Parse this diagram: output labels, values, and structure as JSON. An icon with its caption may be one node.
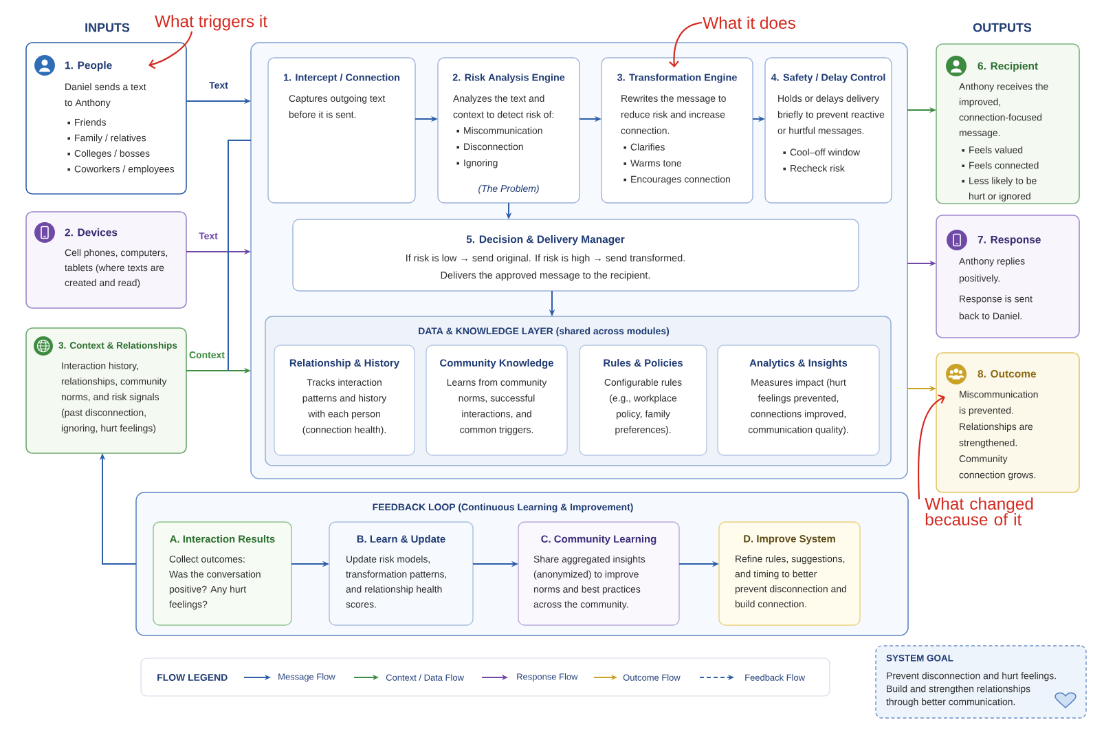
{
  "diagram": {
    "nodes": [
      {
        "text": [
          "1. People",
          "Daniel sends a text to Anthony",
          "Friends",
          "Family / relatives",
          "Colleges / bosses",
          "Coworkers / employees"
        ]
      },
      {
        "text": [
          "2. Devices",
          "Cell phones, computers, tablets (where texts are created and read)"
        ]
      },
      {
        "text": [
          "3. Context & Relationships",
          "Interaction history, relationships, community norms, and risk signals (past disconnection, ignoring, hurt feelings)"
        ]
      },
      {
        "text": [
          "What triggers it"
        ]
      },
      {
        "text": [
          "What it does"
        ]
      },
      {
        "text": [],
        "shape": "box"
      },
      {
        "text": [
          "1. Intercept / Connection",
          "Captures outgoing text before it is sent."
        ],
        "in": 5
      },
      {
        "text": [
          "2. Risk Analysis Engine",
          "Analyzes the text and context to detect risk of:",
          "Miscommunication",
          "Disconnection",
          "Ignoring",
          "(The Problem)"
        ],
        "in": 5
      },
      {
        "text": [
          "3. Transformation Engine",
          "Rewrites the message to reduce risk and increase connection.",
          "Clarifies",
          "Warms tone",
          "Encourages connection"
        ],
        "in": 5
      },
      {
        "text": [
          "4. Safety / Delay Control",
          "Holds or delays delivery briefly to prevent reactive or hurtful messages.",
          "Cool–off window",
          "Recheck risk"
        ],
        "in": 5
      },
      {
        "text": [
          "5. Decision & Delivery Manager",
          "If risk is low → send original. If risk is high → send transformed.",
          "Delivers the approved message to the recipient."
        ],
        "in": 5
      },
      {
        "text": [
          "DATA & KNOWLEDGE LAYER (shared across modules)"
        ],
        "in": 5
      },
      {
        "text": [
          "Relationship & History",
          "Tracks interaction patterns and history with each person (connection health)."
        ],
        "in": 11
      },
      {
        "text": [
          "Community Knowledge",
          "Learns from community norms, successful interactions, and common triggers."
        ],
        "in": 11
      },
      {
        "text": [
          "Rules & Policies",
          "Configurable rules (e.g., workplace policy, family preferences)."
        ],
        "in": 11
      },
      {
        "text": [
          "Analytics & Insights",
          "Measures impact (hurt feelings prevented, connections improved, communication quality)."
        ],
        "in": 11
      },
      {
        "text": [
          "6. Recipient",
          "Anthony receives the improved, connection-focused message.",
          "Feels valued",
          "Feels connected",
          "Less likely to be hurt or ignored"
        ]
      },
      {
        "text": [
          "7. Response",
          "Anthony replies positively.",
          "Response is sent back to Daniel."
        ]
      },
      {
        "text": [
          "8. Outcome",
          "Miscommunication is prevented. Relationships are strengthened. Community connection grows."
        ]
      },
      {
        "text": [
          "What changed because of it"
        ]
      },
      {
        "text": [
          "FEEDBACK LOOP (Continuous Learning & Improvement)"
        ]
      },
      {
        "text": [
          "A. Interaction Results",
          "Collect outcomes: Was the conversation positive? Any hurt feelings?"
        ],
        "in": 20
      },
      {
        "text": [
          "B. Learn & Update",
          "Update risk models, transformation patterns, and relationship health scores."
        ],
        "in": 20
      },
      {
        "text": [
          "C. Community Learning",
          "Share aggregated insights (anonymized) to improve norms and best practices across the community."
        ],
        "in": 20
      },
      {
        "text": [
          "D. Improve System",
          "Refine rules, suggestions, and timing to better prevent disconnection and build connection."
        ],
        "in": 20
      },
      {
        "text": [
          "SYSTEM GOAL",
          "Prevent disconnection and hurt feelings. Build and strengthen relationships through better communication."
        ]
      }
    ],
    "edges": [
      {
        "from": 0,
        "to": 5,
        "arrow": "to",
        "label": "Text"
      },
      {
        "from": 1,
        "to": 5,
        "arrow": "to",
        "label": "Text",
        "color": "#7048a8"
      },
      {
        "from": 2,
        "to": 5,
        "arrow": "to",
        "label": "Context",
        "color": "#3d8b40"
      },
      {
        "from": null,
        "to": 5,
        "arrow": "none"
      },
      {
        "from": 6,
        "to": 7,
        "arrow": "to"
      },
      {
        "from": 7,
        "to": 8,
        "arrow": "to"
      },
      {
        "from": 8,
        "to": 9,
        "arrow": "to"
      },
      {
        "from": 7,
        "to": 10,
        "arrow": "to"
      },
      {
        "from": 10,
        "to": 11,
        "arrow": "to"
      },
      {
        "from": 5,
        "to": 16,
        "arrow": "to",
        "color": "#3d8b40"
      },
      {
        "from": 5,
        "to": 17,
        "arrow": "to",
        "color": "#7048a8"
      },
      {
        "from": 5,
        "to": 18,
        "arrow": "to",
        "color": "#c9a227"
      },
      {
        "from": 20,
        "to": 2,
        "arrow": "to"
      },
      {
        "from": 21,
        "to": 22,
        "arrow": "to"
      },
      {
        "from": 22,
        "to": 23,
        "arrow": "to"
      },
      {
        "from": 23,
        "to": 24,
        "arrow": "to"
      },
      {
        "from": 3,
        "to": 0,
        "arrow": "to",
        "color": "#d42a20"
      },
      {
        "from": 4,
        "to": 8,
        "arrow": "to",
        "color": "#d42a20"
      },
      {
        "from": 19,
        "to": 18,
        "arrow": "to",
        "color": "#d42a20"
      }
    ],
    "labels": [
      "INPUTS",
      "OUTPUTS",
      "FLOW LEGEND"
    ],
    "legend": [
      {
        "text": "Message Flow"
      },
      {
        "text": "Context / Data Flow"
      },
      {
        "text": "Response Flow"
      },
      {
        "text": "Outcome Flow"
      },
      {
        "text": "Feedback Flow"
      }
    ]
  }
}
